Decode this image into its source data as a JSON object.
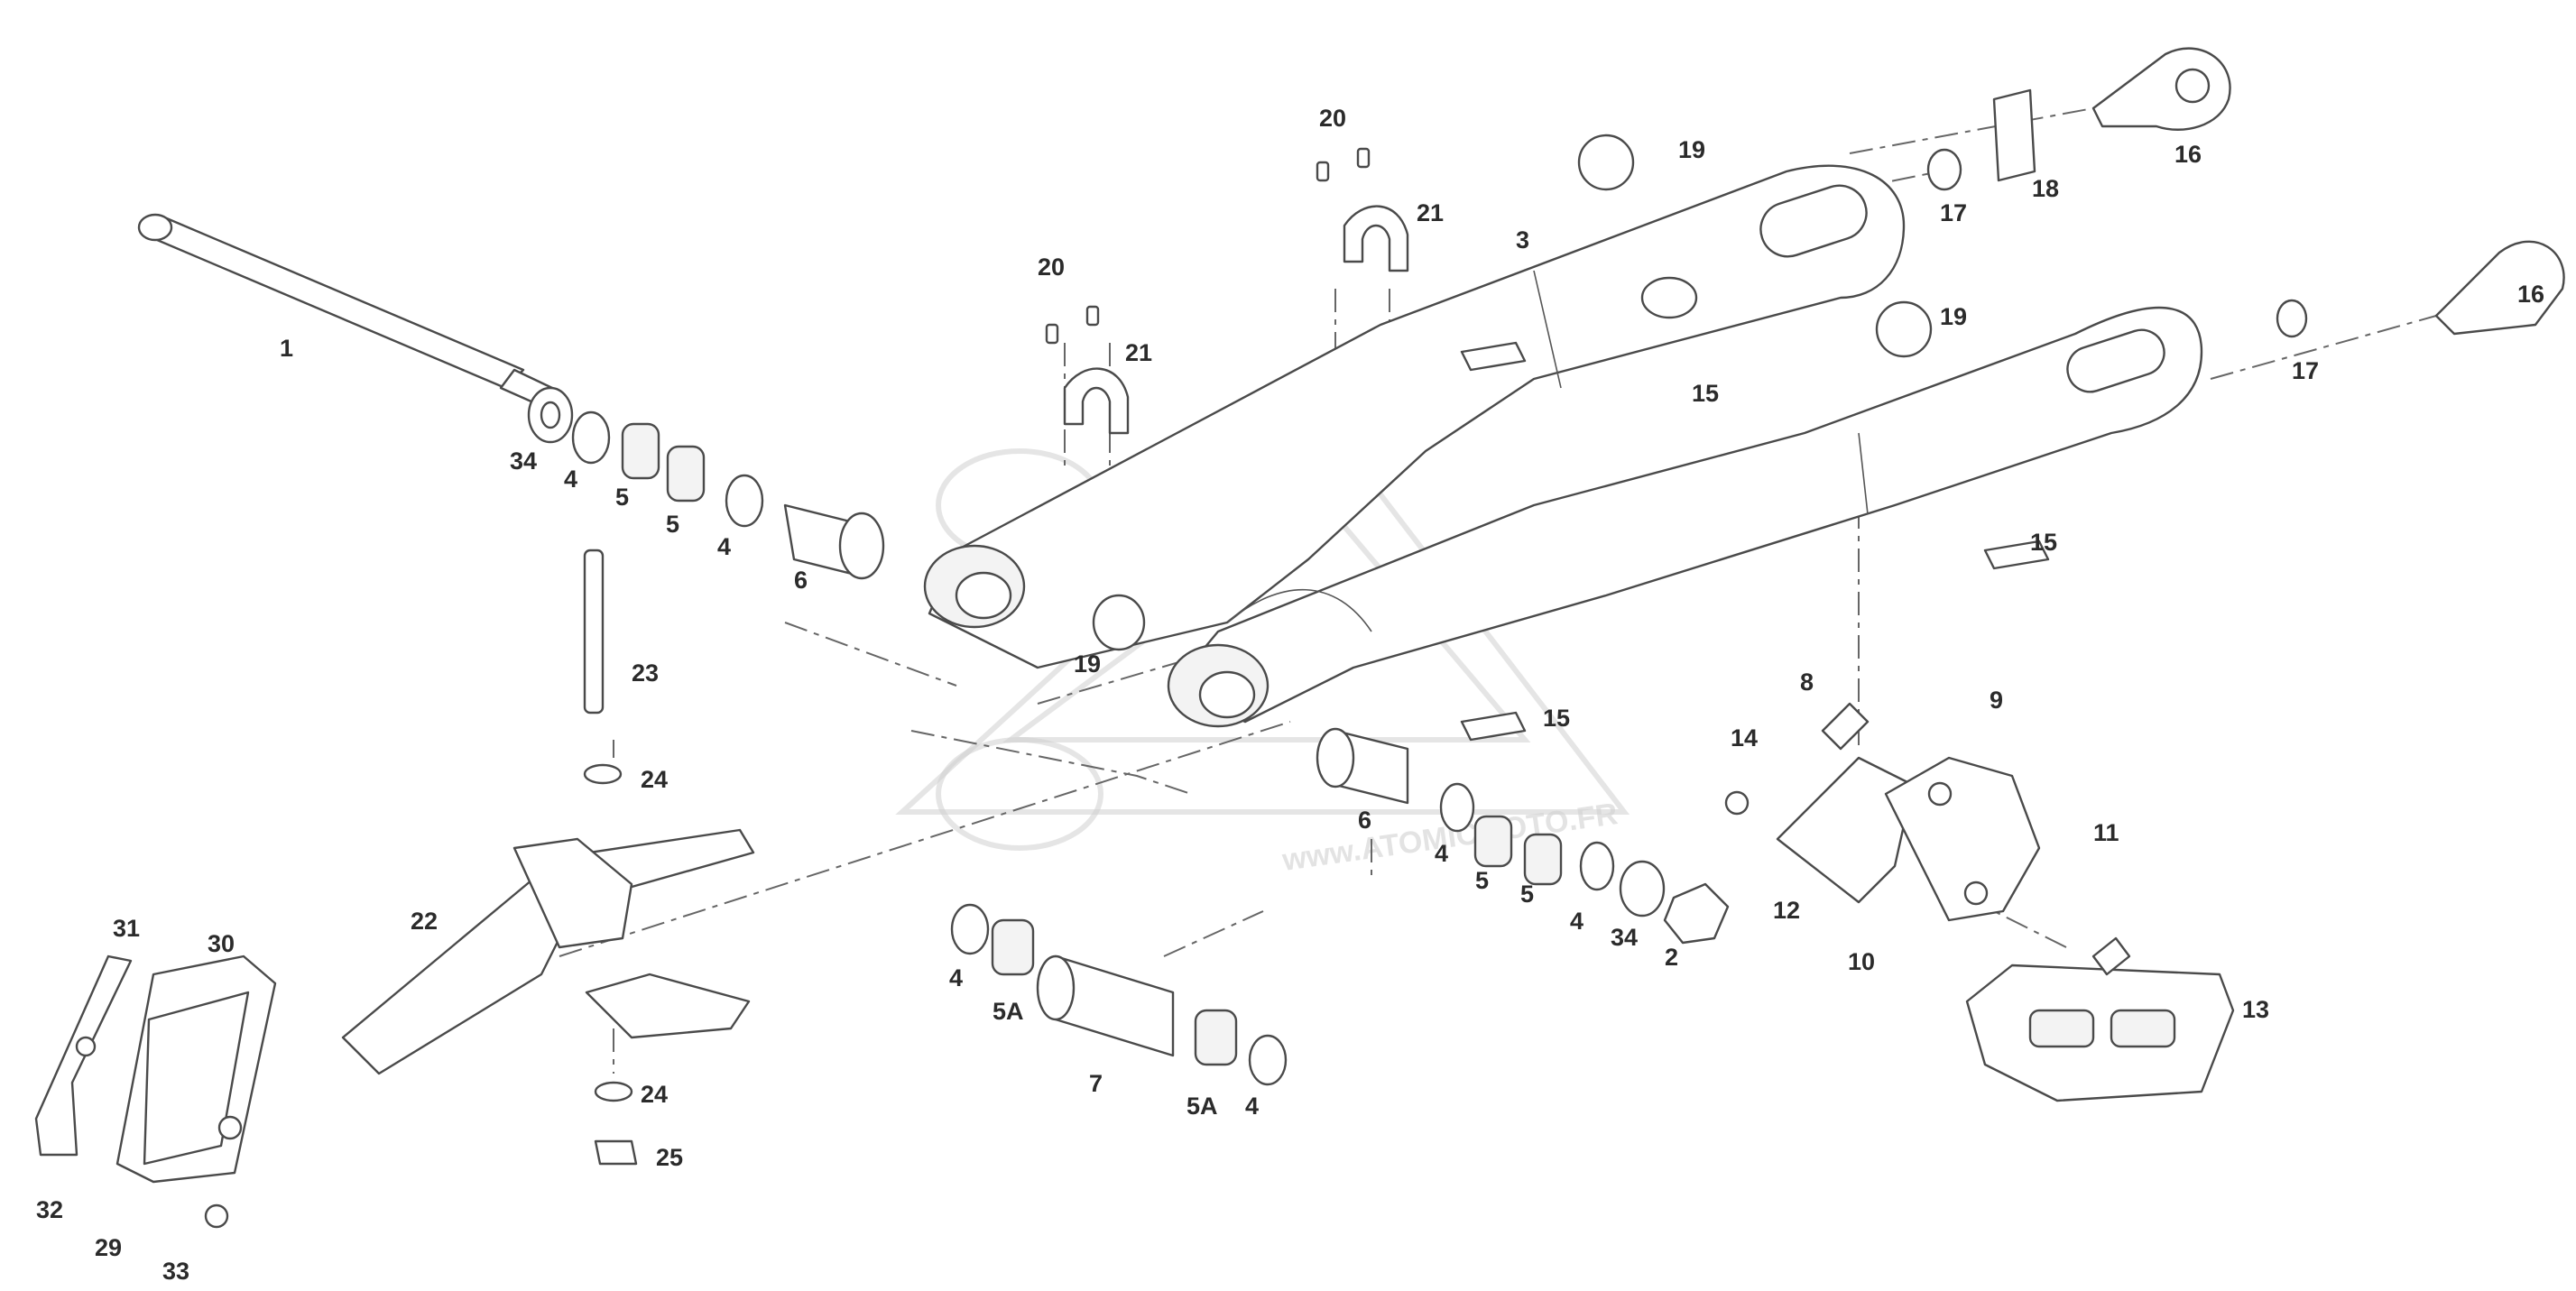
{
  "watermark": {
    "text": "www.ATOMICMOTO.FR"
  },
  "callouts": [
    {
      "id": "c1",
      "label": "1"
    },
    {
      "id": "c2",
      "label": "2"
    },
    {
      "id": "c3",
      "label": "3"
    },
    {
      "id": "c4a",
      "label": "4"
    },
    {
      "id": "c4b",
      "label": "4"
    },
    {
      "id": "c4c",
      "label": "4"
    },
    {
      "id": "c4d",
      "label": "4"
    },
    {
      "id": "c4e",
      "label": "4"
    },
    {
      "id": "c4f",
      "label": "4"
    },
    {
      "id": "c5a",
      "label": "5"
    },
    {
      "id": "c5b",
      "label": "5"
    },
    {
      "id": "c5c",
      "label": "5"
    },
    {
      "id": "c5d",
      "label": "5"
    },
    {
      "id": "c5Aa",
      "label": "5A"
    },
    {
      "id": "c5Ab",
      "label": "5A"
    },
    {
      "id": "c6a",
      "label": "6"
    },
    {
      "id": "c6b",
      "label": "6"
    },
    {
      "id": "c7",
      "label": "7"
    },
    {
      "id": "c8",
      "label": "8"
    },
    {
      "id": "c9",
      "label": "9"
    },
    {
      "id": "c10",
      "label": "10"
    },
    {
      "id": "c11",
      "label": "11"
    },
    {
      "id": "c12",
      "label": "12"
    },
    {
      "id": "c13",
      "label": "13"
    },
    {
      "id": "c14",
      "label": "14"
    },
    {
      "id": "c15a",
      "label": "15"
    },
    {
      "id": "c15b",
      "label": "15"
    },
    {
      "id": "c15c",
      "label": "15"
    },
    {
      "id": "c16a",
      "label": "16"
    },
    {
      "id": "c16b",
      "label": "16"
    },
    {
      "id": "c17a",
      "label": "17"
    },
    {
      "id": "c17b",
      "label": "17"
    },
    {
      "id": "c18",
      "label": "18"
    },
    {
      "id": "c19a",
      "label": "19"
    },
    {
      "id": "c19b",
      "label": "19"
    },
    {
      "id": "c19c",
      "label": "19"
    },
    {
      "id": "c20a",
      "label": "20"
    },
    {
      "id": "c20b",
      "label": "20"
    },
    {
      "id": "c21a",
      "label": "21"
    },
    {
      "id": "c21b",
      "label": "21"
    },
    {
      "id": "c22",
      "label": "22"
    },
    {
      "id": "c23",
      "label": "23"
    },
    {
      "id": "c24a",
      "label": "24"
    },
    {
      "id": "c24b",
      "label": "24"
    },
    {
      "id": "c25",
      "label": "25"
    },
    {
      "id": "c29",
      "label": "29"
    },
    {
      "id": "c30",
      "label": "30"
    },
    {
      "id": "c31",
      "label": "31"
    },
    {
      "id": "c32",
      "label": "32"
    },
    {
      "id": "c33",
      "label": "33"
    },
    {
      "id": "c34a",
      "label": "34"
    },
    {
      "id": "c34b",
      "label": "34"
    }
  ]
}
